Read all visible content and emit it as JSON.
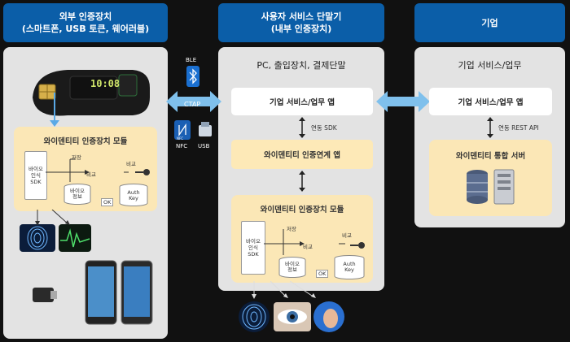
{
  "columns": {
    "external": {
      "title_line1": "외부 인증장치",
      "title_line2": "(스마트폰, USB 토큰, 웨어러블)"
    },
    "user_terminal": {
      "title_line1": "사용자 서비스 단말기",
      "title_line2": "(내부 인증장치)",
      "subtitle": "PC, 출입장치, 결제단말"
    },
    "enterprise": {
      "title": "기업",
      "subtitle": "기업 서비스/업무"
    }
  },
  "boxes": {
    "biz_app_user": "기업 서비스/업무 앱",
    "link_sdk": "연동 SDK",
    "auth_link_app": "와이덴티티 인증연계 앱",
    "auth_module": "와이덴티티 인증장치 모듈",
    "biz_app_enterprise": "기업 서비스/업무 앱",
    "link_rest_api": "연동 REST API",
    "integration_server": "와이덴티티 통합 서버"
  },
  "module_internals": {
    "sdk_line1": "바이오",
    "sdk_line2": "인식",
    "sdk_line3": "SDK",
    "store": "저장",
    "compare": "비교",
    "compare2": "비교",
    "bio_line1": "바이오",
    "bio_line2": "정보",
    "ok": "OK",
    "authkey_line1": "Auth",
    "authkey_line2": "Key"
  },
  "transport": {
    "ble": "BLE",
    "ctap": "CTAP",
    "nfc": "NFC",
    "usb": "USB",
    "nfc_icon_text": "NFC"
  },
  "band_time": "10:08",
  "icons": [
    "bluetooth-icon",
    "nfc-icon",
    "usb-icon",
    "fingerprint-icon",
    "heartbeat-icon",
    "eye-icon",
    "server-icon",
    "key-icon"
  ],
  "colors": {
    "header_blue": "#0b5ea8",
    "panel_gray": "#e3e3e3",
    "module_yellow": "#fbe7b6",
    "arrow_blue": "#7fc0ec"
  }
}
